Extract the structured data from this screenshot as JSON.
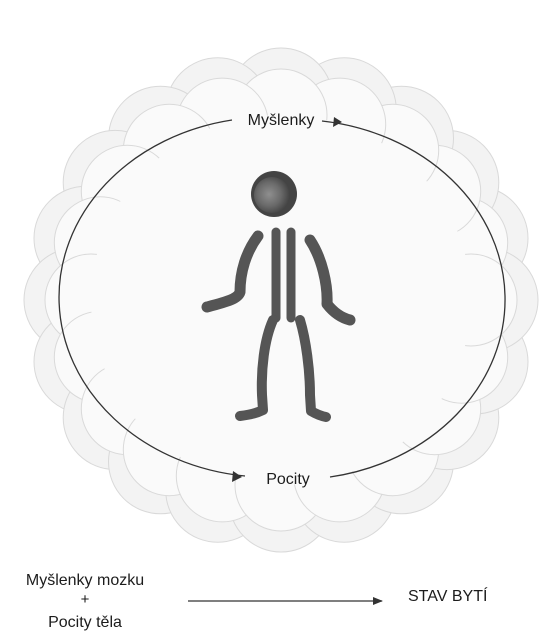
{
  "cycle": {
    "top_label": "Myšlenky",
    "bottom_label": "Pocity"
  },
  "equation": {
    "term1": "Myšlenky mozku",
    "operator": "+",
    "term2": "Pocity těla",
    "result": "STAV BYTÍ"
  },
  "colors": {
    "cloud_outer": "#f3f3f3",
    "cloud_inner": "#fafafa",
    "cloud_stroke": "#d9d9d9",
    "figure_body": "#555555",
    "figure_head": "#444444",
    "figure_head_center": "#8a8a8a",
    "line": "#333333"
  }
}
